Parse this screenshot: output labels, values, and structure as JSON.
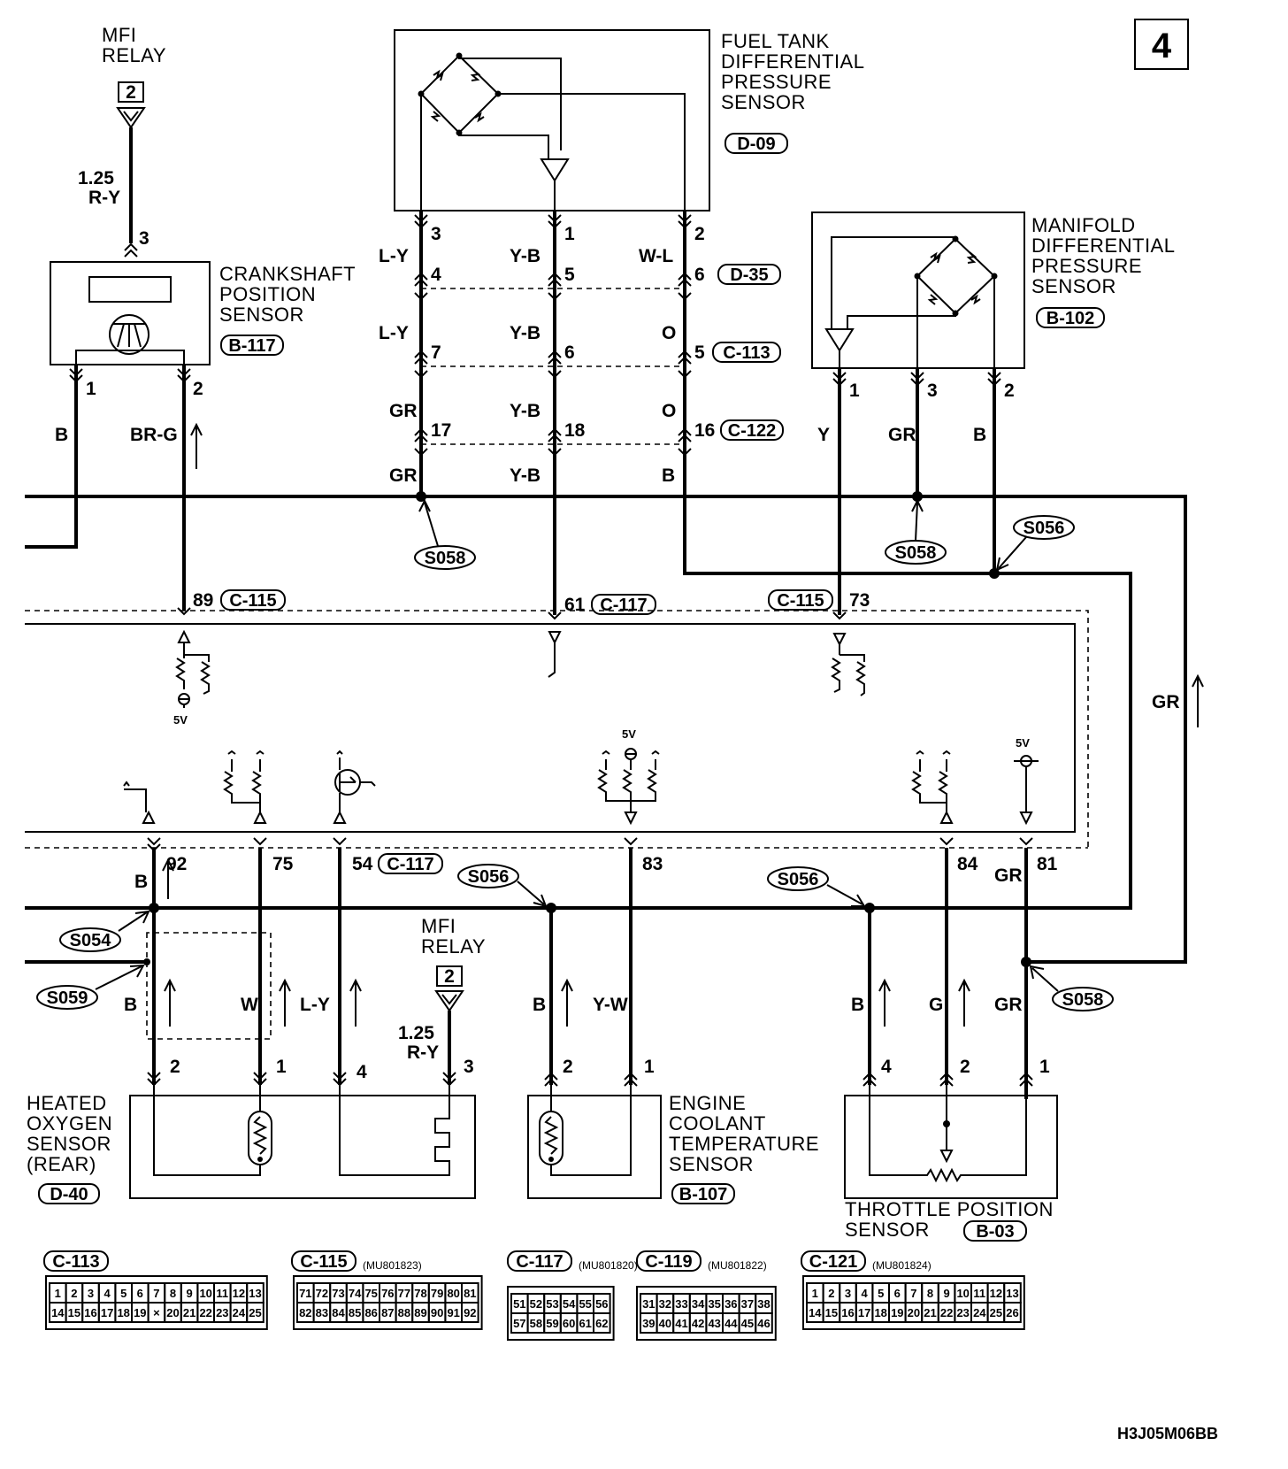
{
  "page_number": "4",
  "figure_code": "H3J05M06BB",
  "components": {
    "mfi_relay_top": {
      "label": [
        "MFI",
        "RELAY"
      ],
      "pin": "2"
    },
    "mfi_relay_bottom": {
      "label": [
        "MFI",
        "RELAY"
      ],
      "pin": "2"
    },
    "crankshaft_sensor": {
      "label": [
        "CRANKSHAFT",
        "POSITION",
        "SENSOR"
      ],
      "connector": "B-117"
    },
    "fuel_tank_sensor": {
      "label": [
        "FUEL TANK",
        "DIFFERENTIAL",
        "PRESSURE",
        "SENSOR"
      ],
      "connector": "D-09"
    },
    "manifold_sensor": {
      "label": [
        "MANIFOLD",
        "DIFFERENTIAL",
        "PRESSURE",
        "SENSOR"
      ],
      "connector": "B-102"
    },
    "oxygen_sensor": {
      "label": [
        "HEATED",
        "OXYGEN",
        "SENSOR",
        "(REAR)"
      ],
      "connector": "D-40"
    },
    "coolant_sensor": {
      "label": [
        "ENGINE",
        "COOLANT",
        "TEMPERATURE",
        "SENSOR"
      ],
      "connector": "B-107"
    },
    "throttle_sensor": {
      "label": [
        "THROTTLE POSITION",
        "SENSOR"
      ],
      "connector": "B-03"
    }
  },
  "wire_labels": {
    "relay_top_size": "1.25",
    "relay_top_color": "R-Y",
    "relay_bot_size": "1.25",
    "relay_bot_color": "R-Y",
    "crank_b": "B",
    "crank_brg": "BR-G",
    "ft_ly1": "L-Y",
    "ft_yb1": "Y-B",
    "ft_wl": "W-L",
    "ft_ly2": "L-Y",
    "ft_yb2": "Y-B",
    "ft_o1": "O",
    "ft_gr1": "GR",
    "ft_yb3": "Y-B",
    "ft_o2": "O",
    "ft_gr2": "GR",
    "ft_yb4": "Y-B",
    "ft_b": "B",
    "mf_y": "Y",
    "mf_gr": "GR",
    "mf_b": "B",
    "right_gr": "GR",
    "o2_b_top": "B",
    "o2_b": "B",
    "o2_w": "W",
    "o2_ly": "L-Y",
    "ect_b": "B",
    "ect_yw": "Y-W",
    "tps_gr_top": "GR",
    "tps_b": "B",
    "tps_g": "G",
    "tps_gr": "GR"
  },
  "pins": {
    "crank_p3": "3",
    "crank_p1": "1",
    "crank_p2": "2",
    "ft_p3": "3",
    "ft_p1": "1",
    "ft_p2": "2",
    "d35_p4": "4",
    "d35_p5": "5",
    "d35_p6": "6",
    "c113_p7": "7",
    "c113_p6": "6",
    "c113_p5": "5",
    "c122_p17": "17",
    "c122_p18": "18",
    "c122_p16": "16",
    "mf_p1": "1",
    "mf_p3": "3",
    "mf_p2": "2",
    "ecm_89": "89",
    "ecm_61": "61",
    "ecm_73": "73",
    "ecm_92": "92",
    "ecm_75": "75",
    "ecm_54": "54",
    "ecm_83": "83",
    "ecm_84": "84",
    "ecm_81": "81",
    "o2_p2": "2",
    "o2_p1": "1",
    "o2_p4": "4",
    "o2_p3": "3",
    "ect_p2": "2",
    "ect_p1": "1",
    "tps_p4": "4",
    "tps_p2": "2",
    "tps_p1": "1"
  },
  "connectors_inline": {
    "d35": "D-35",
    "c113": "C-113",
    "c122": "C-122",
    "c115_a": "C-115",
    "c117_a": "C-117",
    "c115_b": "C-115",
    "c117_b": "C-117"
  },
  "splices": {
    "s058_a": "S058",
    "s058_b": "S058",
    "s056_a": "S056",
    "s056_b": "S056",
    "s056_c": "S056",
    "s054": "S054",
    "s059": "S059",
    "s058_c": "S058"
  },
  "voltages": {
    "v1": "5V",
    "v2": "5V",
    "v3": "5V"
  },
  "connector_faces": [
    {
      "id": "C-113",
      "part": "",
      "rows": [
        [
          "1",
          "2",
          "3",
          "4",
          "5",
          "6",
          "7",
          "8",
          "9",
          "10",
          "11",
          "12",
          "13"
        ],
        [
          "14",
          "15",
          "16",
          "17",
          "18",
          "19",
          "×",
          "20",
          "21",
          "22",
          "23",
          "24",
          "25"
        ]
      ]
    },
    {
      "id": "C-115",
      "part": "(MU801823)",
      "rows": [
        [
          "71",
          "72",
          "73",
          "74",
          "75",
          "76",
          "77",
          "78",
          "79",
          "80",
          "81"
        ],
        [
          "82",
          "83",
          "84",
          "85",
          "86",
          "87",
          "88",
          "89",
          "90",
          "91",
          "92"
        ]
      ]
    },
    {
      "id": "C-117",
      "part": "(MU801820)",
      "rows": [
        [
          "51",
          "52",
          "53",
          "54",
          "55",
          "56"
        ],
        [
          "57",
          "58",
          "59",
          "60",
          "61",
          "62"
        ]
      ]
    },
    {
      "id": "C-119",
      "part": "(MU801822)",
      "rows": [
        [
          "31",
          "32",
          "33",
          "34",
          "35",
          "36",
          "37",
          "38"
        ],
        [
          "39",
          "40",
          "41",
          "42",
          "43",
          "44",
          "45",
          "46"
        ]
      ]
    },
    {
      "id": "C-121",
      "part": "(MU801824)",
      "rows": [
        [
          "1",
          "2",
          "3",
          "4",
          "5",
          "6",
          "7",
          "8",
          "9",
          "10",
          "11",
          "12",
          "13"
        ],
        [
          "14",
          "15",
          "16",
          "17",
          "18",
          "19",
          "20",
          "21",
          "22",
          "23",
          "24",
          "25",
          "26"
        ]
      ]
    }
  ]
}
